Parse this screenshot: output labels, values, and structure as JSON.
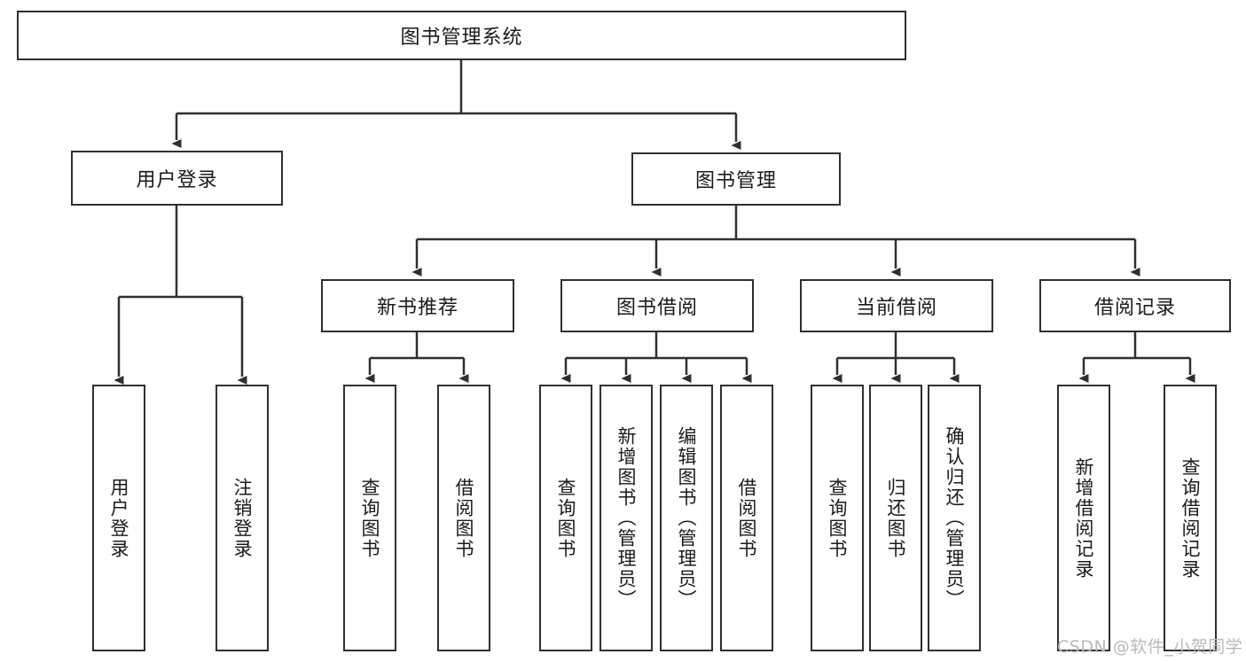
{
  "diagram": {
    "type": "tree",
    "title": "图书管理系统",
    "watermark": "CSDN @软件_小贺同学",
    "colors": {
      "border": "#2f2f2f",
      "background": "#ffffff",
      "text": "#1a1a1a",
      "edge": "#2f2f2f",
      "watermark": "#b9b9b9"
    },
    "nodes": {
      "root": "图书管理系统",
      "level2": {
        "user_login": "用户登录",
        "book_manage": "图书管理"
      },
      "level3": {
        "new_book_rec": "新书推荐",
        "book_borrow": "图书借阅",
        "current_borrow": "当前借阅",
        "borrow_record": "借阅记录"
      },
      "leaves": {
        "login_1": "用户登录",
        "login_2": "注销登录",
        "rec_1": "查询图书",
        "rec_2": "借阅图书",
        "borrow_1": "查询图书",
        "borrow_2": "新增图书（管理员）",
        "borrow_3": "编辑图书（管理员）",
        "borrow_4": "借阅图书",
        "cur_1": "查询图书",
        "cur_2": "归还图书",
        "cur_3": "确认归还（管理员）",
        "rec_log_1": "新增借阅记录",
        "rec_log_2": "查询借阅记录"
      }
    }
  }
}
